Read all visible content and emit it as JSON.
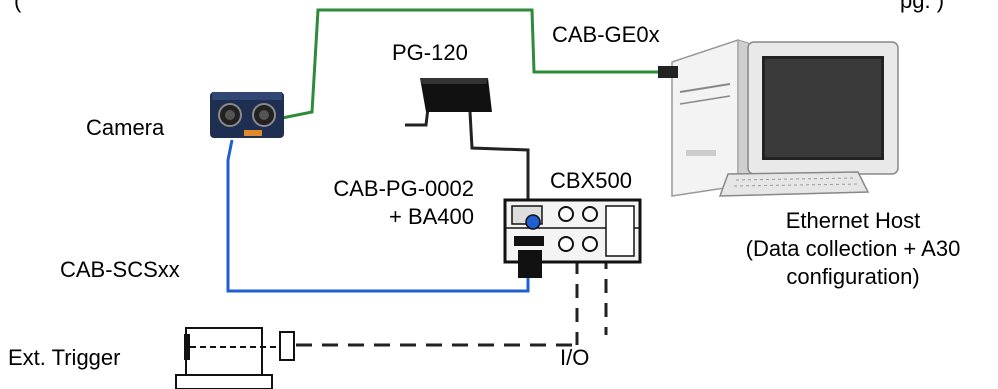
{
  "header_fragment": {
    "left": "(",
    "right": "pg.     )"
  },
  "components": {
    "camera": {
      "label": "Camera"
    },
    "power_supply": {
      "label": "PG-120"
    },
    "cbx": {
      "label": "CBX500"
    },
    "host": {
      "label": "Ethernet Host",
      "description": [
        "(Data collection + A30",
        "configuration)"
      ]
    },
    "trigger": {
      "label": "Ext. Trigger"
    },
    "io": {
      "label": "I/O"
    }
  },
  "cables": {
    "ethernet": {
      "label": "CAB-GE0x",
      "color": "#2e8b3a"
    },
    "power": {
      "label_lines": [
        "CAB-PG-0002",
        "+ BA400"
      ],
      "color": "#222222"
    },
    "serial": {
      "label": "CAB-SCSxx",
      "color": "#1f5fd0"
    },
    "io_line": {
      "style": "dashed",
      "color": "#222222"
    }
  }
}
